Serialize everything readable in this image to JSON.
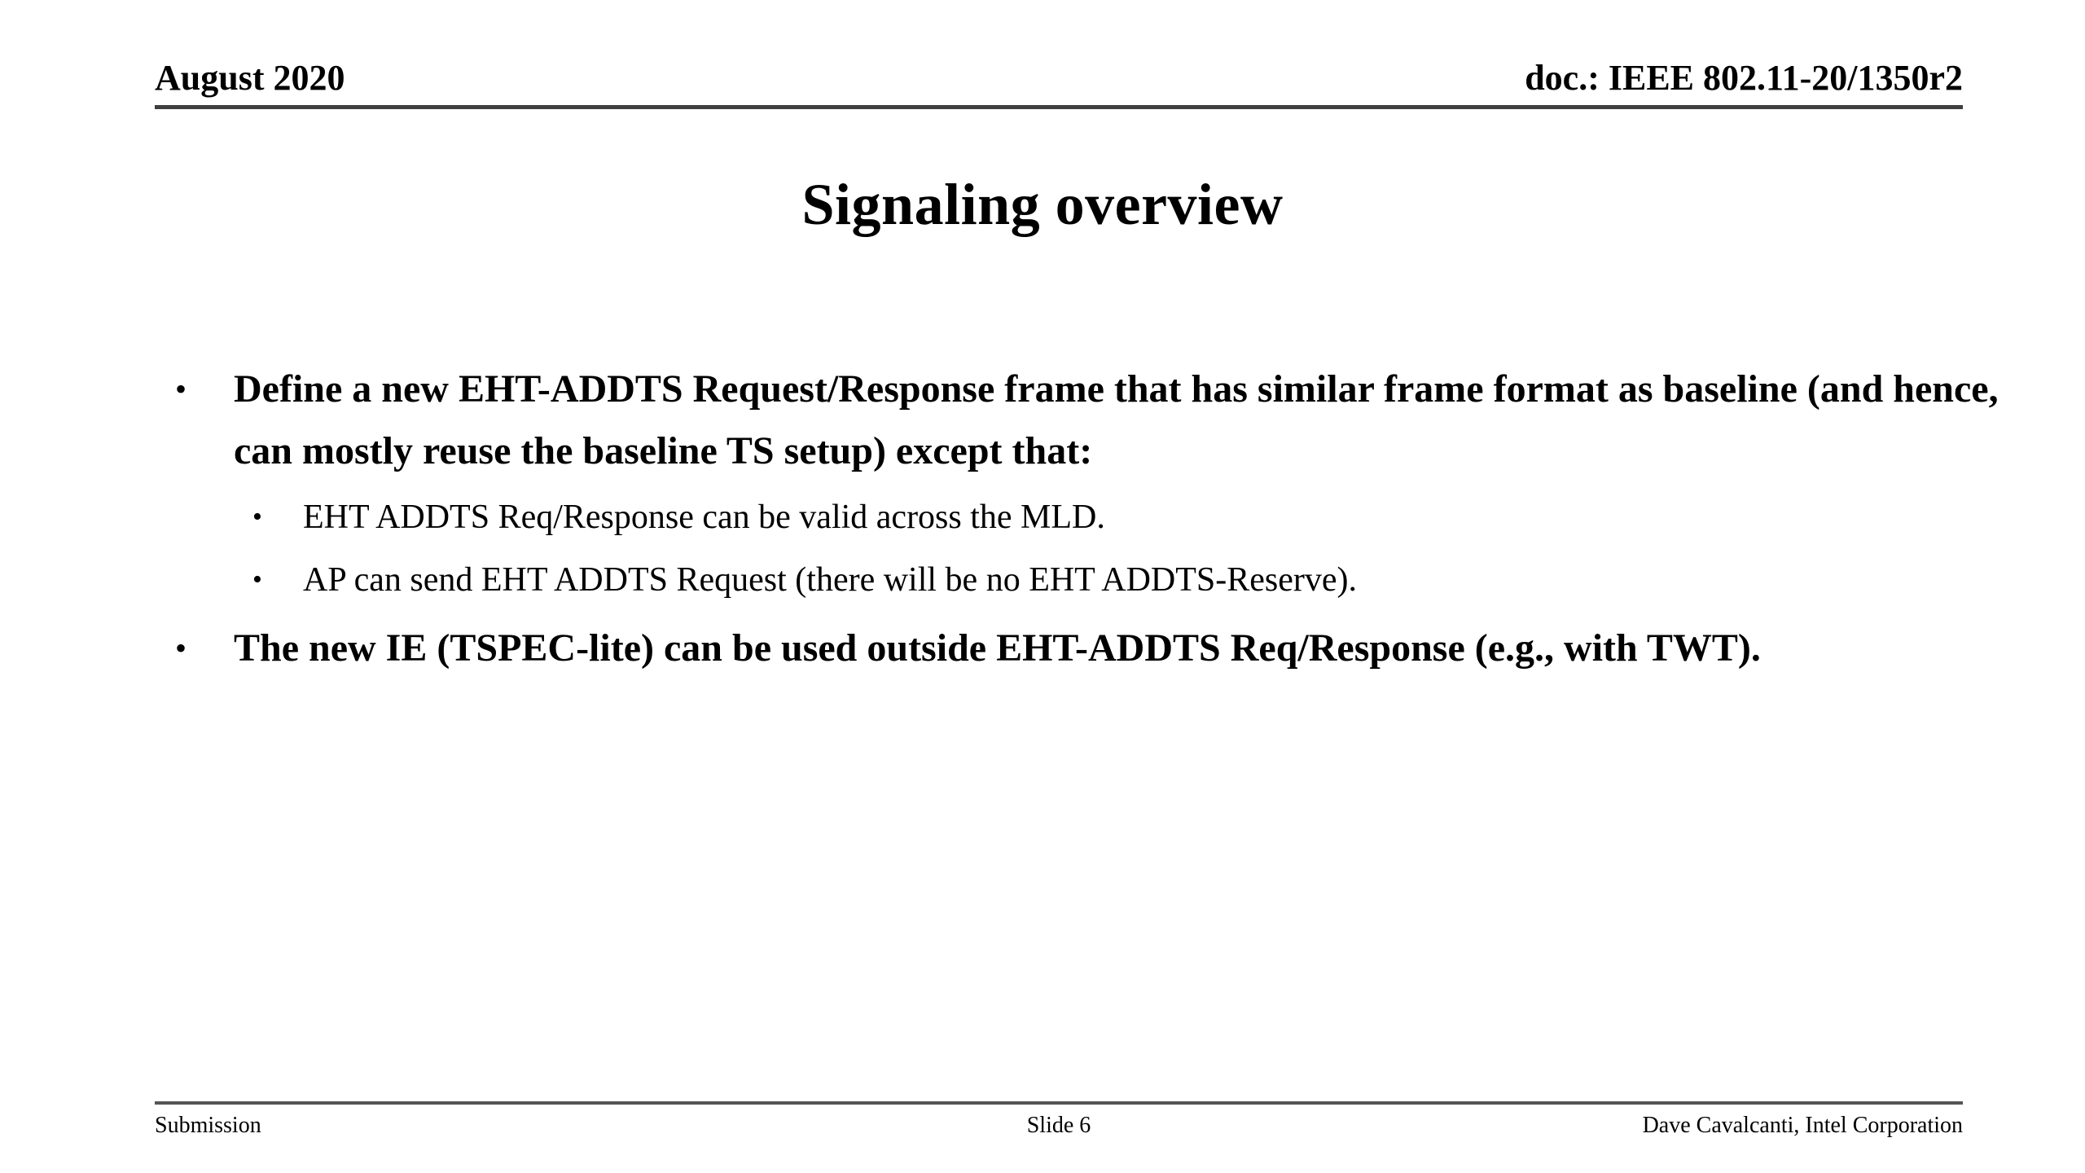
{
  "header": {
    "left": "August 2020",
    "right": "doc.: IEEE 802.11-20/1350r2"
  },
  "title": "Signaling overview",
  "bullet_char": "•",
  "bullets": [
    {
      "level": 1,
      "bold": true,
      "text": "Define a new EHT-ADDTS Request/Response frame that has similar frame format as baseline (and hence, can mostly reuse the baseline TS setup) except that:"
    },
    {
      "level": 2,
      "bold": false,
      "text": "EHT ADDTS Req/Response can be valid across the MLD."
    },
    {
      "level": 2,
      "bold": false,
      "text": "AP can send EHT ADDTS Request (there will be no EHT ADDTS-Reserve)."
    },
    {
      "level": 1,
      "bold": true,
      "text": "The new IE (TSPEC-lite) can be used outside EHT-ADDTS Req/Response (e.g., with TWT)."
    }
  ],
  "footer": {
    "left": "Submission",
    "center": "Slide 6",
    "right": "Dave Cavalcanti, Intel Corporation"
  },
  "colors": {
    "text": "#000000",
    "background": "#ffffff",
    "rule": "#3f3f3f"
  }
}
